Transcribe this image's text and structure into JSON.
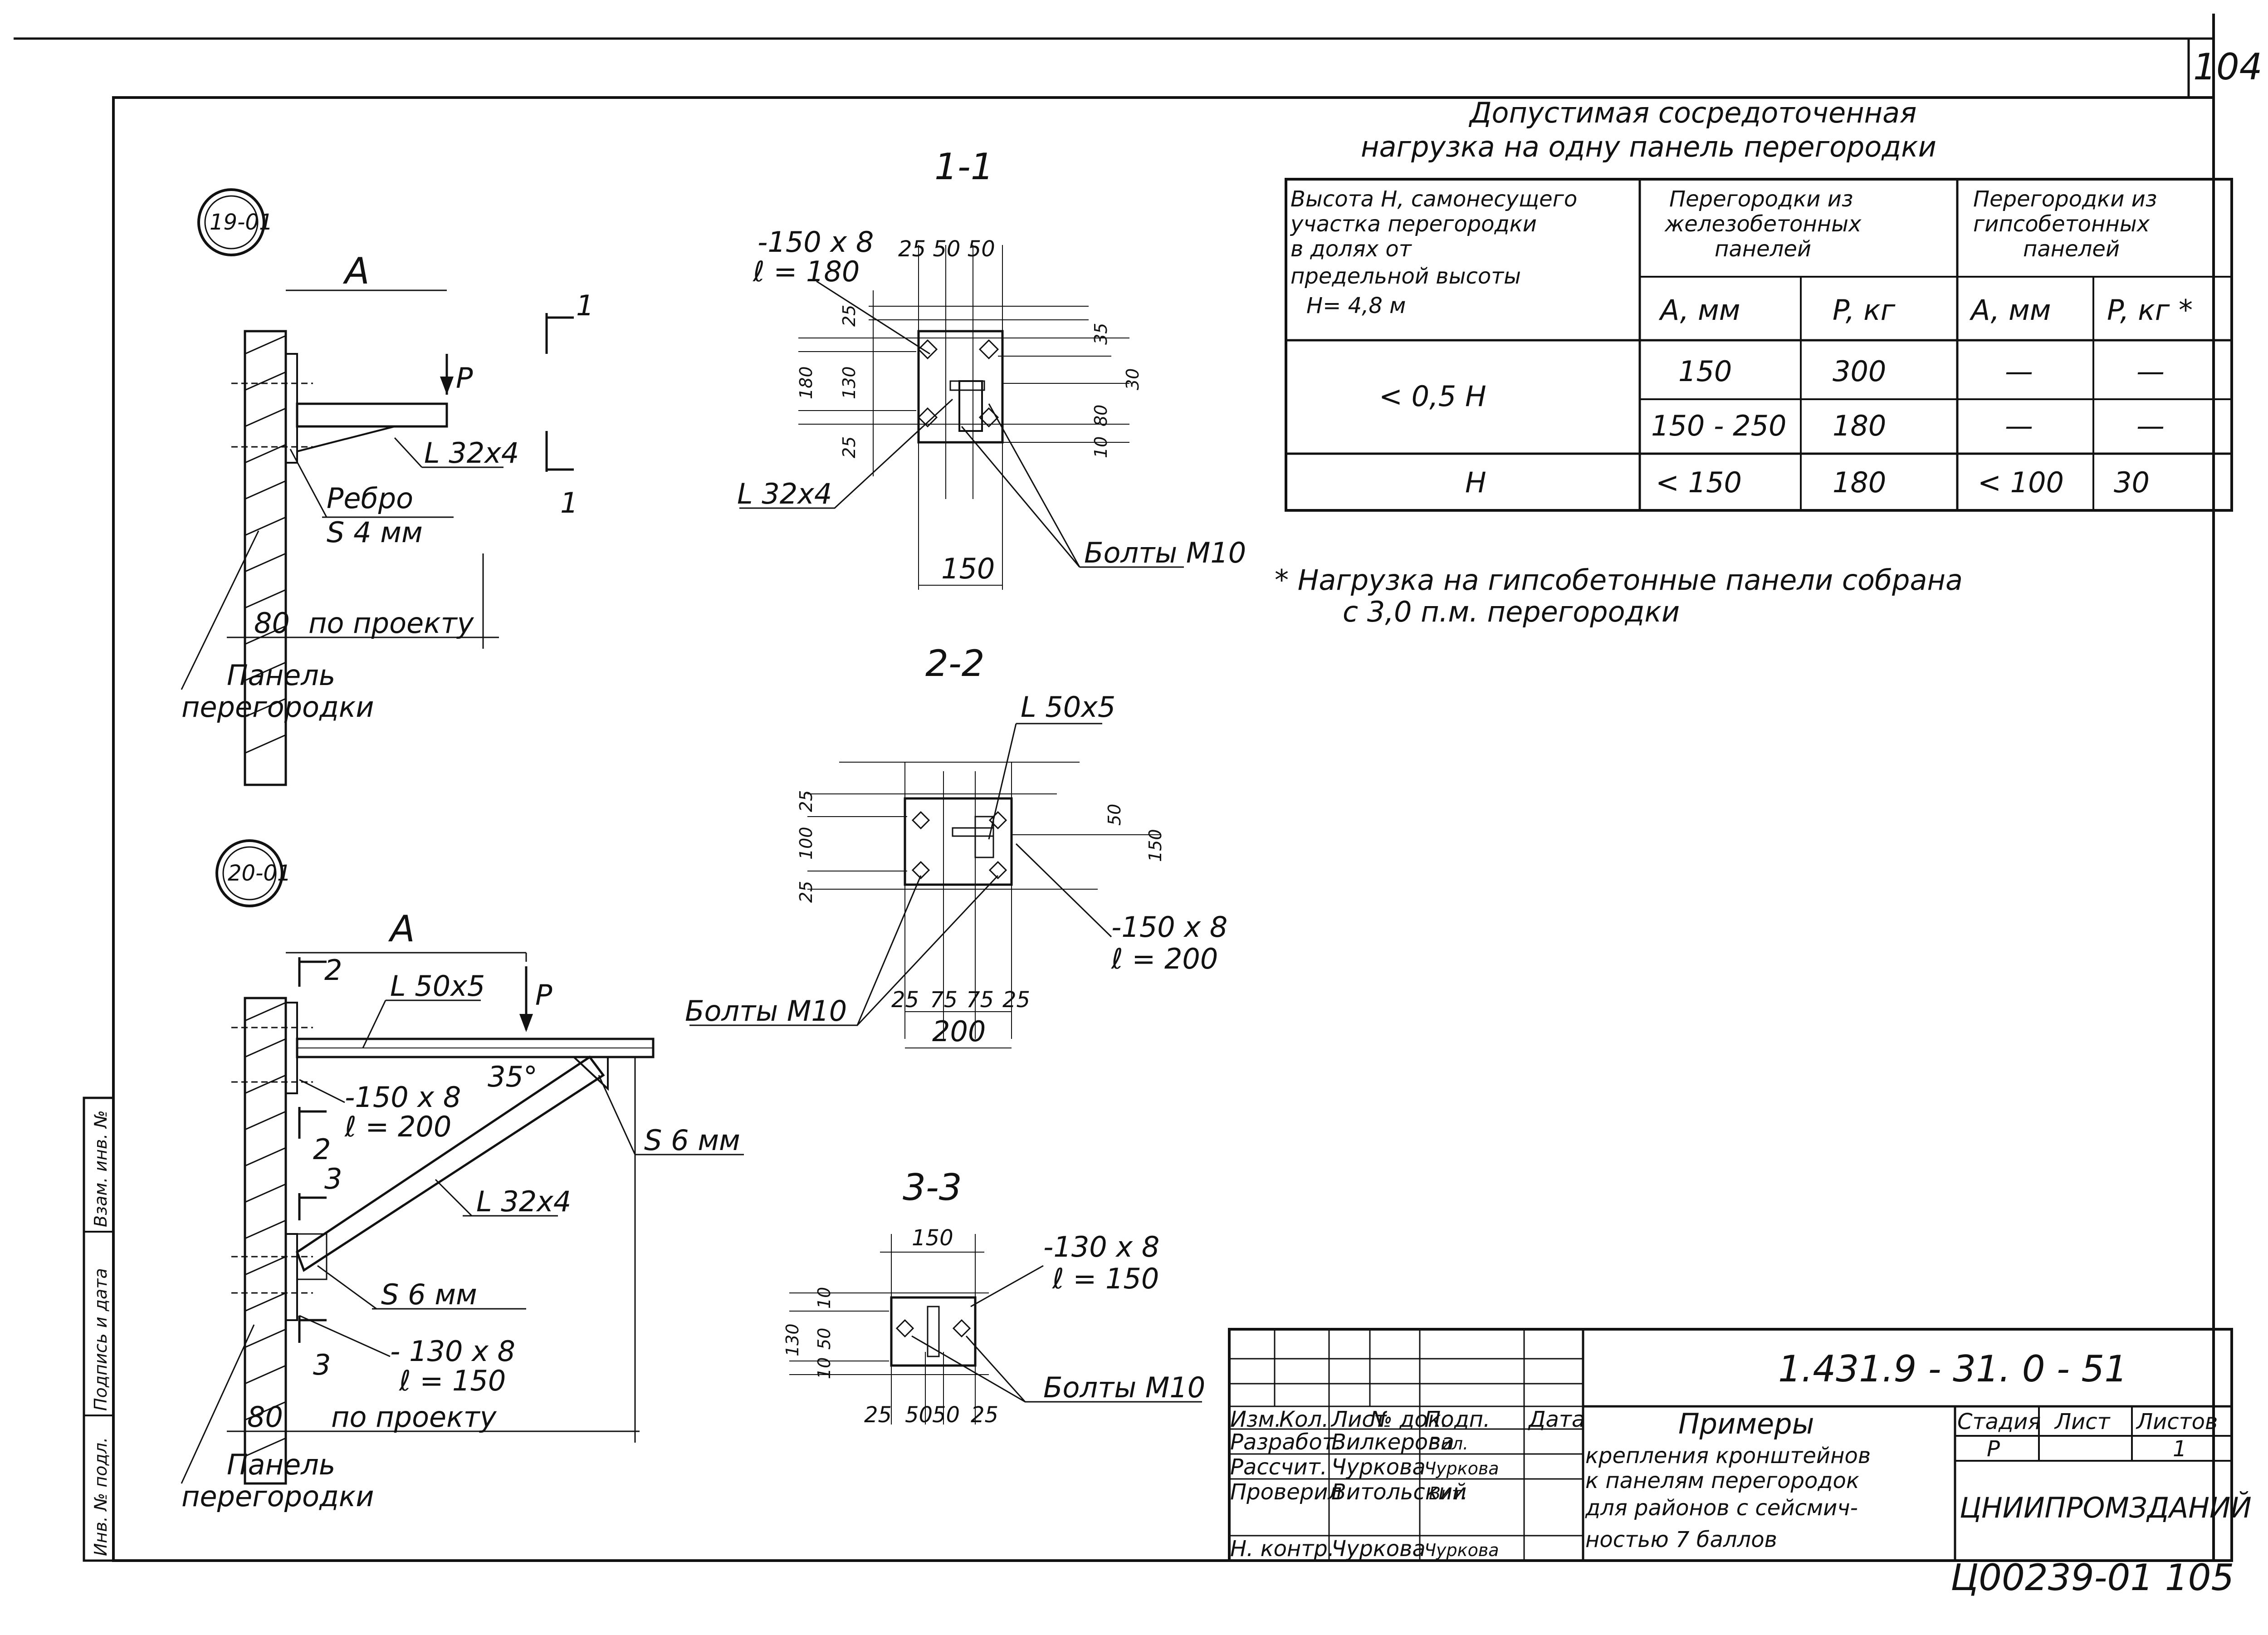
{
  "sheet": {
    "number": "104",
    "archive": "Ц00239-01  105"
  },
  "heading": {
    "line1": "Допустимая    сосредоточенная",
    "line2": "нагрузка на одну панель    перегородки"
  },
  "table": {
    "h_col1": [
      "Высота H, самонесущего",
      "участка перегородки",
      "в долях   от",
      "предельной высоты",
      "H= 4,8 м"
    ],
    "h_rc": [
      "Перегородки  из",
      "железобетонных",
      "панелей"
    ],
    "h_gyp": [
      "Перегородки  из",
      "гипсобетонных",
      "панелей"
    ],
    "sub": [
      "A,  мм",
      "P, кг",
      "A,  мм",
      "P, кг *"
    ],
    "rows": [
      {
        "h": "< 0,5  H",
        "a_rc": "150",
        "p_rc": "300",
        "a_gyp": "—",
        "p_gyp": "—"
      },
      {
        "h": "",
        "a_rc": "150 - 250",
        "p_rc": "180",
        "a_gyp": "—",
        "p_gyp": "—"
      },
      {
        "h": "H",
        "a_rc": "< 150",
        "p_rc": "180",
        "a_gyp": "< 100",
        "p_gyp": "30"
      }
    ]
  },
  "footnote": {
    "line1": "*   Нагрузка на гипсобетонные  панели собрана",
    "line2": "с  3,0 п.м.   перегородки"
  },
  "node19": {
    "mark": "19-01",
    "A": "A",
    "P": "P",
    "angle": "L 32x4",
    "rib1": "Ребро",
    "rib2": "S 4 мм",
    "d80": "80",
    "proj": "по проекту",
    "panel1": "Панель",
    "panel2": "перегородки",
    "cut": "1"
  },
  "sec11": {
    "title": "1-1",
    "plate1": "-150 x 8",
    "plate2": "ℓ = 180",
    "top": "25  50  50",
    "left": [
      "25",
      "180",
      "130",
      "25"
    ],
    "right": [
      "35",
      "30",
      "80",
      "10"
    ],
    "angle": "L 32x4",
    "width": "150",
    "bolts": "Болты M10"
  },
  "sec22": {
    "title": "2-2",
    "angle": "L 50x5",
    "left": [
      "25",
      "100",
      "25"
    ],
    "right": [
      "50",
      "150"
    ],
    "plate1": "-150 x 8",
    "plate2": "ℓ = 200",
    "bolts": "Болты  M10",
    "bottom": [
      "25",
      "75",
      "75",
      "25"
    ],
    "width": "200"
  },
  "sec33": {
    "title": "3-3",
    "top": "150",
    "left": [
      "10",
      "50",
      "10",
      "130"
    ],
    "plate1": "-130 x 8",
    "plate2": "ℓ = 150",
    "bolts": "Болты M10",
    "bottom": [
      "25",
      "50",
      "50",
      "25"
    ]
  },
  "node20": {
    "mark": "20-01",
    "A": "A",
    "P": "P",
    "top_angle": "L 50x5",
    "plate1": "-150 x 8",
    "plate2": "ℓ = 200",
    "ang": "35°",
    "s_top": "S 6 мм",
    "brace": "L 32x4",
    "s_bot": "S 6 мм",
    "plate3": "- 130 x 8",
    "plate4": "ℓ = 150",
    "d80": "80",
    "proj": "по проекту",
    "panel1": "Панель",
    "panel2": "перегородки",
    "cut2": "2",
    "cut3": "3"
  },
  "stamp": {
    "code": "1.431.9 - 31. 0  -  51",
    "header": [
      "Изм.",
      "Кол.",
      "Лист",
      "№ док.",
      "Подп.",
      "Дата"
    ],
    "people": [
      {
        "role": "Разработ.",
        "name": "Вилкерова",
        "sign": "Вил."
      },
      {
        "role": "Рассчит.",
        "name": "Чуркова",
        "sign": "Чуркова"
      },
      {
        "role": "Проверил",
        "name": "Витольский",
        "sign": "Вит."
      },
      {
        "role": "Н. контр.",
        "name": "Чуркова",
        "sign": "Чуркова"
      }
    ],
    "title": [
      "Примеры",
      "крепления кронштейнов",
      "к панелям  перегородок",
      "для районов  с сейсмич-",
      "ностью     7 баллов"
    ],
    "stage_h": "Стадия",
    "sheet_h": "Лист",
    "sheets_h": "Листов",
    "stage": "Р",
    "sheets": "1",
    "org": "ЦНИИПРОМЗДАНИЙ"
  },
  "side": [
    "Инв. № подл.",
    "Подпись и дата",
    "Взам. инв. №"
  ]
}
